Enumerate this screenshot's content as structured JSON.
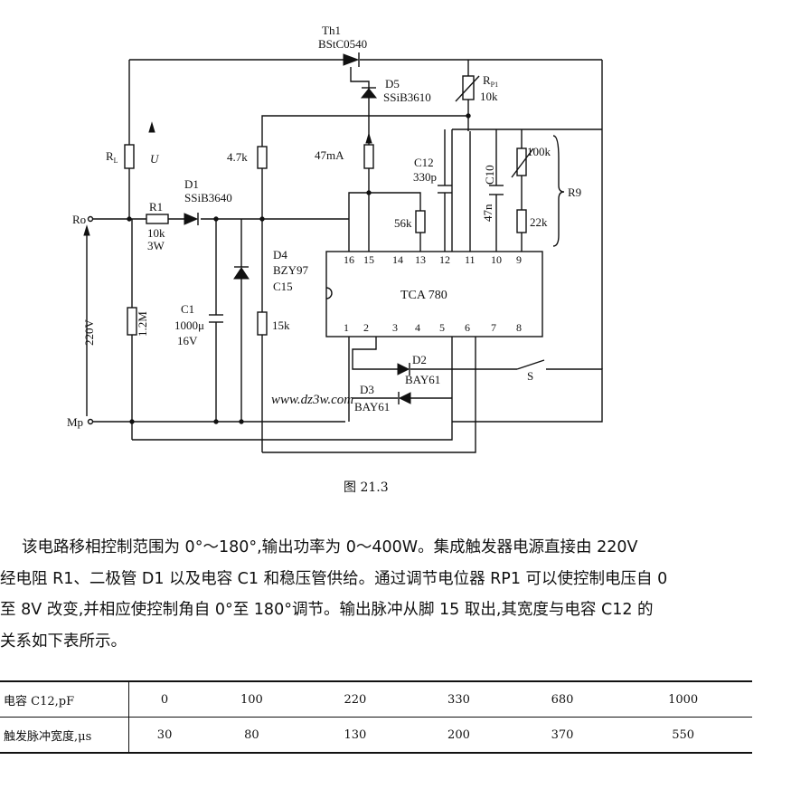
{
  "schematic": {
    "labels": {
      "th1": "Th1",
      "th1_part": "BStC0540",
      "d5": "D5",
      "d5_part": "SSiB3610",
      "rp1": "R",
      "rp1_sub": "P1",
      "rp1_value": "10k",
      "rl": "R",
      "rl_sub": "L",
      "u": "U",
      "r_4k7": "4.7k",
      "i_47ma": "47mA",
      "c12": "C12",
      "c12_value": "330p",
      "c10": "C10",
      "c10_value": "47n",
      "r_100k": "100k",
      "r9": "R9",
      "r_22k": "22k",
      "r_56k": "56k",
      "d1": "D1",
      "d1_part": "SSiB3640",
      "r1": "R1",
      "r1_value": "10k",
      "r1_power": "3W",
      "ro": "Ro",
      "d4": "D4",
      "d4_part1": "BZY97",
      "d4_part2": "C15",
      "ic": "TCA 780",
      "c1": "C1",
      "c1_value": "1000μ",
      "c1_voltage": "16V",
      "r_1m2": "1.2M",
      "v220": "220V",
      "r_15k": "15k",
      "d2": "D2",
      "d2_part": "BAY61",
      "d3": "D3",
      "d3_part": "BAY61",
      "switch": "S",
      "mp": "Mp",
      "watermark": "www.dz3w.com"
    },
    "pins_top": [
      "16",
      "15",
      "14",
      "13",
      "12",
      "11",
      "10",
      "9"
    ],
    "pins_bottom": [
      "1",
      "2",
      "3",
      "4",
      "5",
      "6",
      "7",
      "8"
    ]
  },
  "caption": "图 21.3",
  "paragraph": [
    "该电路移相控制范围为 0°～180°,输出功率为 0～400W。集成触发器电源直接由 220V",
    "经电阻 R1、二极管 D1 以及电容 C1 和稳压管供给。通过调节电位器 RP1 可以使控制电压自 0",
    "至 8V 改变,并相应使控制角自 0°至 180°调节。输出脉冲从脚 15 取出,其宽度与电容 C12 的",
    "关系如下表所示。"
  ],
  "table": {
    "row1_header": "电容 C12,pF",
    "row1": [
      "0",
      "100",
      "220",
      "330",
      "680",
      "1000"
    ],
    "row2_header": "触发脉冲宽度,μs",
    "row2": [
      "30",
      "80",
      "130",
      "200",
      "370",
      "550"
    ]
  }
}
